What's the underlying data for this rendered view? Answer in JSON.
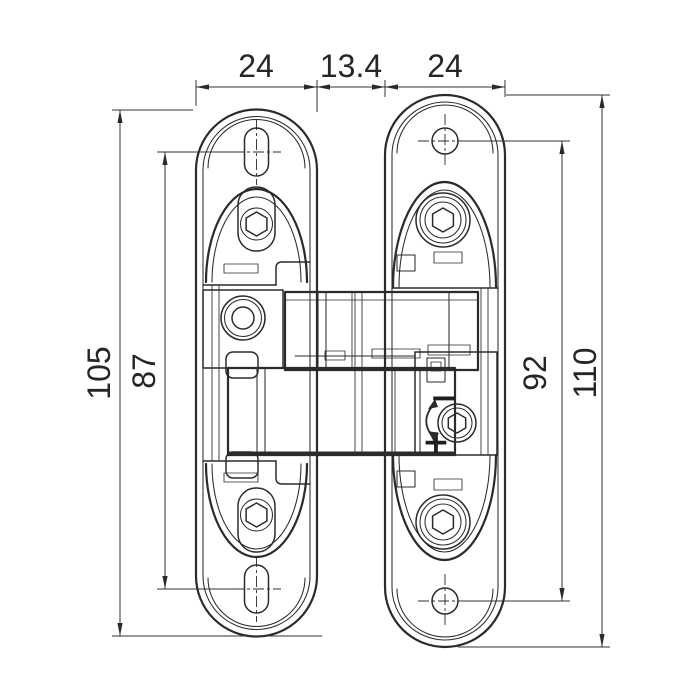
{
  "dims": {
    "top": [
      "24",
      "13.4",
      "24"
    ],
    "left": [
      "105",
      "87"
    ],
    "right": [
      "92",
      "110"
    ]
  },
  "symbols": {
    "minus": "−",
    "plus": "+"
  },
  "colors": {
    "line": "#2b2b2b",
    "dimension": "#333333",
    "text": "#262626",
    "background": "#ffffff"
  }
}
